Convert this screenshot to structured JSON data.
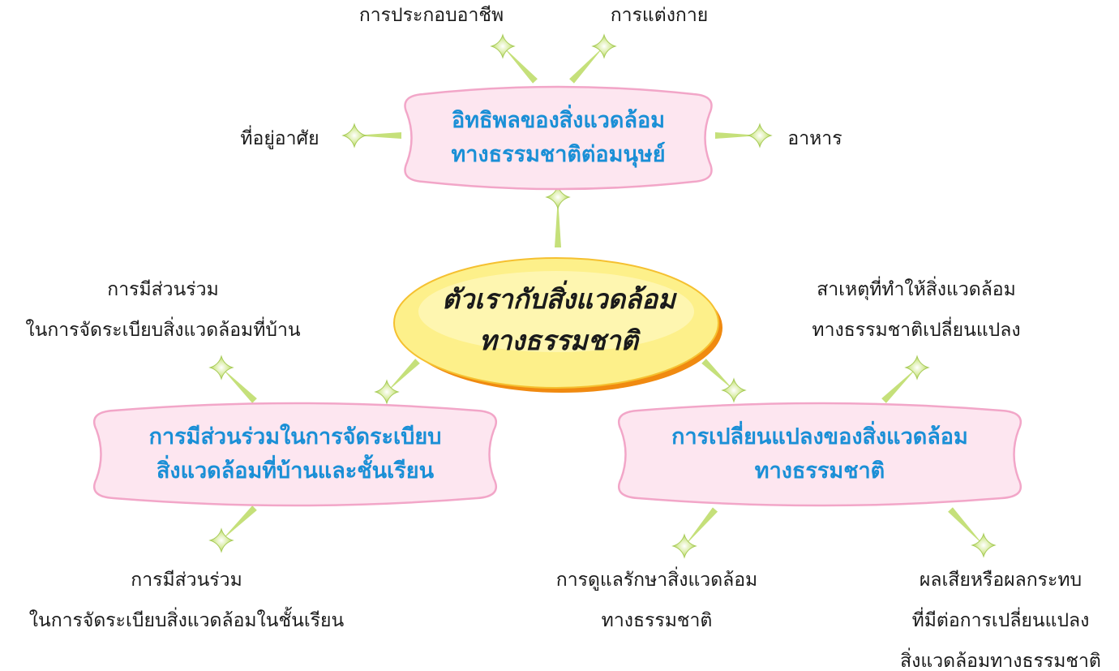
{
  "center": {
    "lines": [
      "ตัวเรากับสิ่งแวดล้อม",
      "ทางธรรมชาติ"
    ]
  },
  "branches": {
    "top": {
      "lines": [
        "อิทธิพลของสิ่งแวดล้อม",
        "ทางธรรมชาติต่อมนุษย์"
      ]
    },
    "left": {
      "lines": [
        "การมีส่วนร่วมในการจัดระเบียบ",
        "สิ่งแวดล้อมที่บ้านและชั้นเรียน"
      ]
    },
    "right": {
      "lines": [
        "การเปลี่ยนแปลงของสิ่งแวดล้อม",
        "ทางธรรมชาติ"
      ]
    }
  },
  "leaves": {
    "occupation": "การประกอบอาชีพ",
    "clothing": "การแต่งกาย",
    "housing": "ที่อยู่อาศัย",
    "food": "อาหาร",
    "home_participation": [
      "การมีส่วนร่วม",
      "ในการจัดระเบียบสิ่งแวดล้อมที่บ้าน"
    ],
    "class_participation": [
      "การมีส่วนร่วม",
      "ในการจัดระเบียบสิ่งแวดล้อมในชั้นเรียน"
    ],
    "causes": [
      "สาเหตุที่ทำให้สิ่งแวดล้อม",
      "ทางธรรมชาติเปลี่ยนแปลง"
    ],
    "care": [
      "การดูแลรักษาสิ่งแวดล้อม",
      "ทางธรรมชาติ"
    ],
    "effects": [
      "ผลเสียหรือผลกระทบ",
      "ที่มีต่อการเปลี่ยนแปลง",
      "สิ่งแวดล้อมทางธรรมชาติ"
    ]
  },
  "colors": {
    "box_fill": "#fde6f0",
    "box_border": "#f2a6c8",
    "box_text": "#1a8fd6",
    "center_fill": "#fdf08a",
    "center_shadow": "#f08a10",
    "connector": "#c5e07a",
    "star": "#d8eca0"
  }
}
